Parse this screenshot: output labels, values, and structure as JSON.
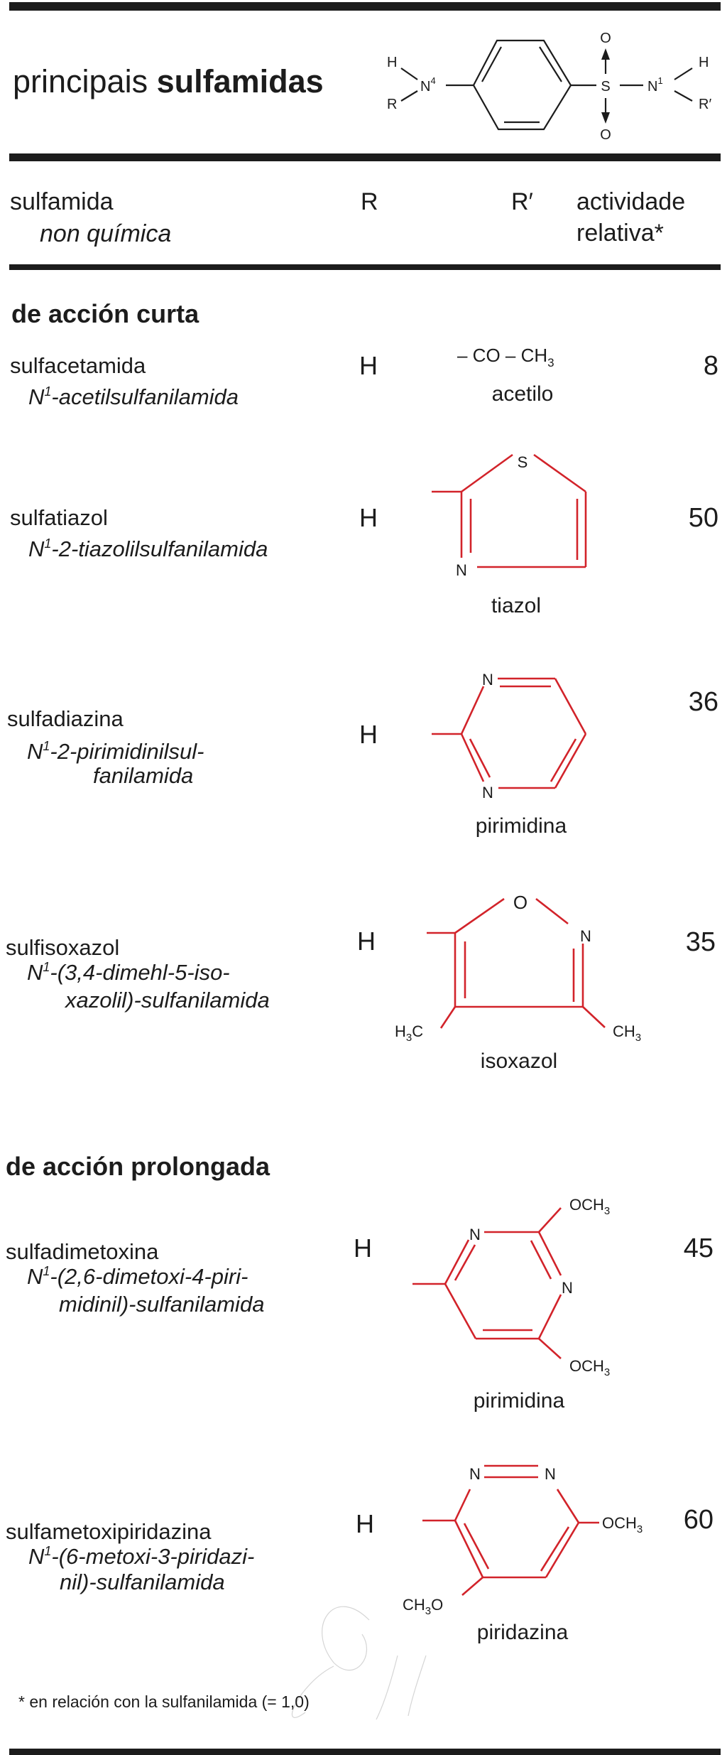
{
  "title": {
    "normal": "principais ",
    "bold": "sulfamidas"
  },
  "structure": {
    "h_left": "H",
    "r_left": "R",
    "n4": "N",
    "n4_sup": "4",
    "s": "S",
    "o_top": "O",
    "o_bottom": "O",
    "n1": "N",
    "n1_sup": "1",
    "h_right": "H",
    "r_right": "R′"
  },
  "header": {
    "col1": "sulfamida",
    "col1_sub": "non química",
    "col2": "R",
    "col3": "R′",
    "col4_line1": "actividade",
    "col4_line2": "relativa*"
  },
  "sections": [
    {
      "title": "de acción curta"
    },
    {
      "title": "de acción prolongada"
    }
  ],
  "rows": [
    {
      "name": "sulfacetamida",
      "chem_n": "N",
      "chem_sup": "1",
      "chem_lines": [
        "-acetilsulfanilamida"
      ],
      "r": "H",
      "r_prime": {
        "formula": "– CO – CH",
        "formula_sub": "3",
        "group": "acetilo"
      },
      "activity": "8"
    },
    {
      "name": "sulfatiazol",
      "chem_n": "N",
      "chem_sup": "1",
      "chem_lines": [
        "-2-tiazolilsulfanilamida"
      ],
      "r": "H",
      "r_prime": {
        "atoms": [
          "S",
          "N"
        ],
        "group": "tiazol"
      },
      "activity": "50"
    },
    {
      "name": "sulfadiazina",
      "chem_n": "N",
      "chem_sup": "1",
      "chem_lines": [
        "-2-pirimidinilsul-",
        "fanilamida"
      ],
      "r": "H",
      "r_prime": {
        "atoms": [
          "N",
          "N"
        ],
        "group": "pirimidina"
      },
      "activity": "36"
    },
    {
      "name": "sulfisoxazol",
      "chem_n": "N",
      "chem_sup": "1",
      "chem_lines": [
        "-(3,4-dimehl-5-iso-",
        "xazolil)-sulfanilamida"
      ],
      "r": "H",
      "r_prime": {
        "atoms": [
          "O",
          "N"
        ],
        "sub_left": "H",
        "sub_left_3": "3",
        "sub_left_end": "C",
        "sub_right": "CH",
        "sub_right_3": "3",
        "group": "isoxazol"
      },
      "activity": "35"
    },
    {
      "name": "sulfadimetoxina",
      "chem_n": "N",
      "chem_sup": "1",
      "chem_lines": [
        "-(2,6-dimetoxi-4-piri-",
        "midinil)-sulfanilamida"
      ],
      "r": "H",
      "r_prime": {
        "atoms": [
          "N",
          "N"
        ],
        "och_top": "OCH",
        "och_top_3": "3",
        "och_bottom": "OCH",
        "och_bottom_3": "3",
        "group": "pirimidina"
      },
      "activity": "45"
    },
    {
      "name": "sulfametoxipiridazina",
      "chem_n": "N",
      "chem_sup": "1",
      "chem_lines": [
        "-(6-metoxi-3-piridazi-",
        "nil)-sulfanilamida"
      ],
      "r": "H",
      "r_prime": {
        "atoms": [
          "N",
          "N"
        ],
        "och_right": "OCH",
        "och_right_3": "3",
        "ch3o": "CH",
        "ch3o_3": "3",
        "ch3o_end": "O",
        "group": "piridazina"
      },
      "activity": "60"
    }
  ],
  "footnote": "* en relación con la sulfanilamida (= 1,0)",
  "colors": {
    "text": "#1c1c1c",
    "ring": "#d2232a"
  }
}
